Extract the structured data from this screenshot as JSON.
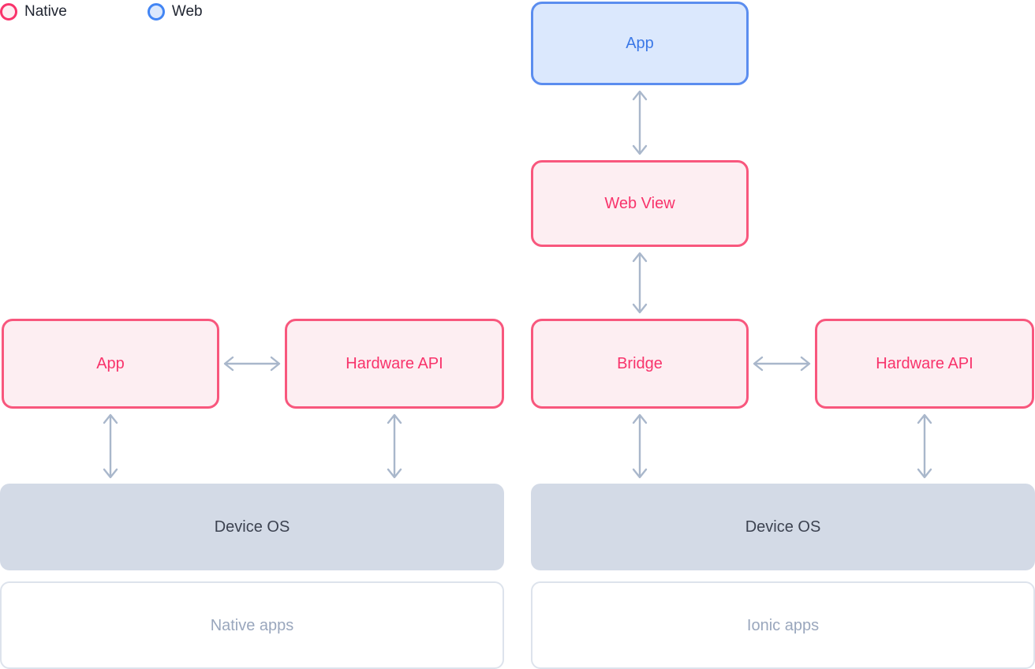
{
  "legend": {
    "items": [
      {
        "label": "Native",
        "swatch": "native-circle-icon",
        "color": "#f9336b",
        "fill": "#fdeef2"
      },
      {
        "label": "Web",
        "swatch": "web-circle-icon",
        "color": "#4285f4",
        "fill": "#dbe8fd"
      }
    ]
  },
  "colors": {
    "native_border": "#f8577d",
    "native_fill": "#fdeef2",
    "native_text": "#f8336b",
    "web_border": "#5b8def",
    "web_fill": "#dbe8fd",
    "web_text": "#3b78e7",
    "os_fill": "#d3dae6",
    "os_text": "#3c4250",
    "caption_border": "#dde3ec",
    "caption_text": "#9aa7bd",
    "arrow": "#a9b7cb"
  },
  "native_column": {
    "app": {
      "label": "App",
      "kind": "native"
    },
    "hardware_api": {
      "label": "Hardware API",
      "kind": "native"
    },
    "device_os": {
      "label": "Device OS",
      "kind": "os"
    },
    "caption": {
      "label": "Native apps",
      "kind": "caption"
    }
  },
  "web_column": {
    "app": {
      "label": "App",
      "kind": "web"
    },
    "web_view": {
      "label": "Web View",
      "kind": "native"
    },
    "bridge": {
      "label": "Bridge",
      "kind": "native"
    },
    "hardware_api": {
      "label": "Hardware API",
      "kind": "native"
    },
    "device_os": {
      "label": "Device OS",
      "kind": "os"
    },
    "caption": {
      "label": "Ionic apps",
      "kind": "caption"
    }
  },
  "connections": [
    {
      "name": "app-to-webview",
      "from": "App",
      "to": "Web View",
      "direction": "bidirectional",
      "orientation": "vertical"
    },
    {
      "name": "webview-to-bridge",
      "from": "Web View",
      "to": "Bridge",
      "direction": "bidirectional",
      "orientation": "vertical"
    },
    {
      "name": "bridge-to-device-os",
      "from": "Bridge",
      "to": "Device OS",
      "direction": "bidirectional",
      "orientation": "vertical"
    },
    {
      "name": "web-hardware-api-to-device-os",
      "from": "Hardware API",
      "to": "Device OS",
      "direction": "bidirectional",
      "orientation": "vertical"
    },
    {
      "name": "bridge-to-hardware-api",
      "from": "Bridge",
      "to": "Hardware API",
      "direction": "bidirectional",
      "orientation": "horizontal"
    },
    {
      "name": "native-app-to-hardware-api",
      "from": "App",
      "to": "Hardware API",
      "direction": "bidirectional",
      "orientation": "horizontal"
    },
    {
      "name": "native-app-to-device-os",
      "from": "App",
      "to": "Device OS",
      "direction": "bidirectional",
      "orientation": "vertical"
    },
    {
      "name": "native-hardware-api-to-device-os",
      "from": "Hardware API",
      "to": "Device OS",
      "direction": "bidirectional",
      "orientation": "vertical"
    }
  ]
}
